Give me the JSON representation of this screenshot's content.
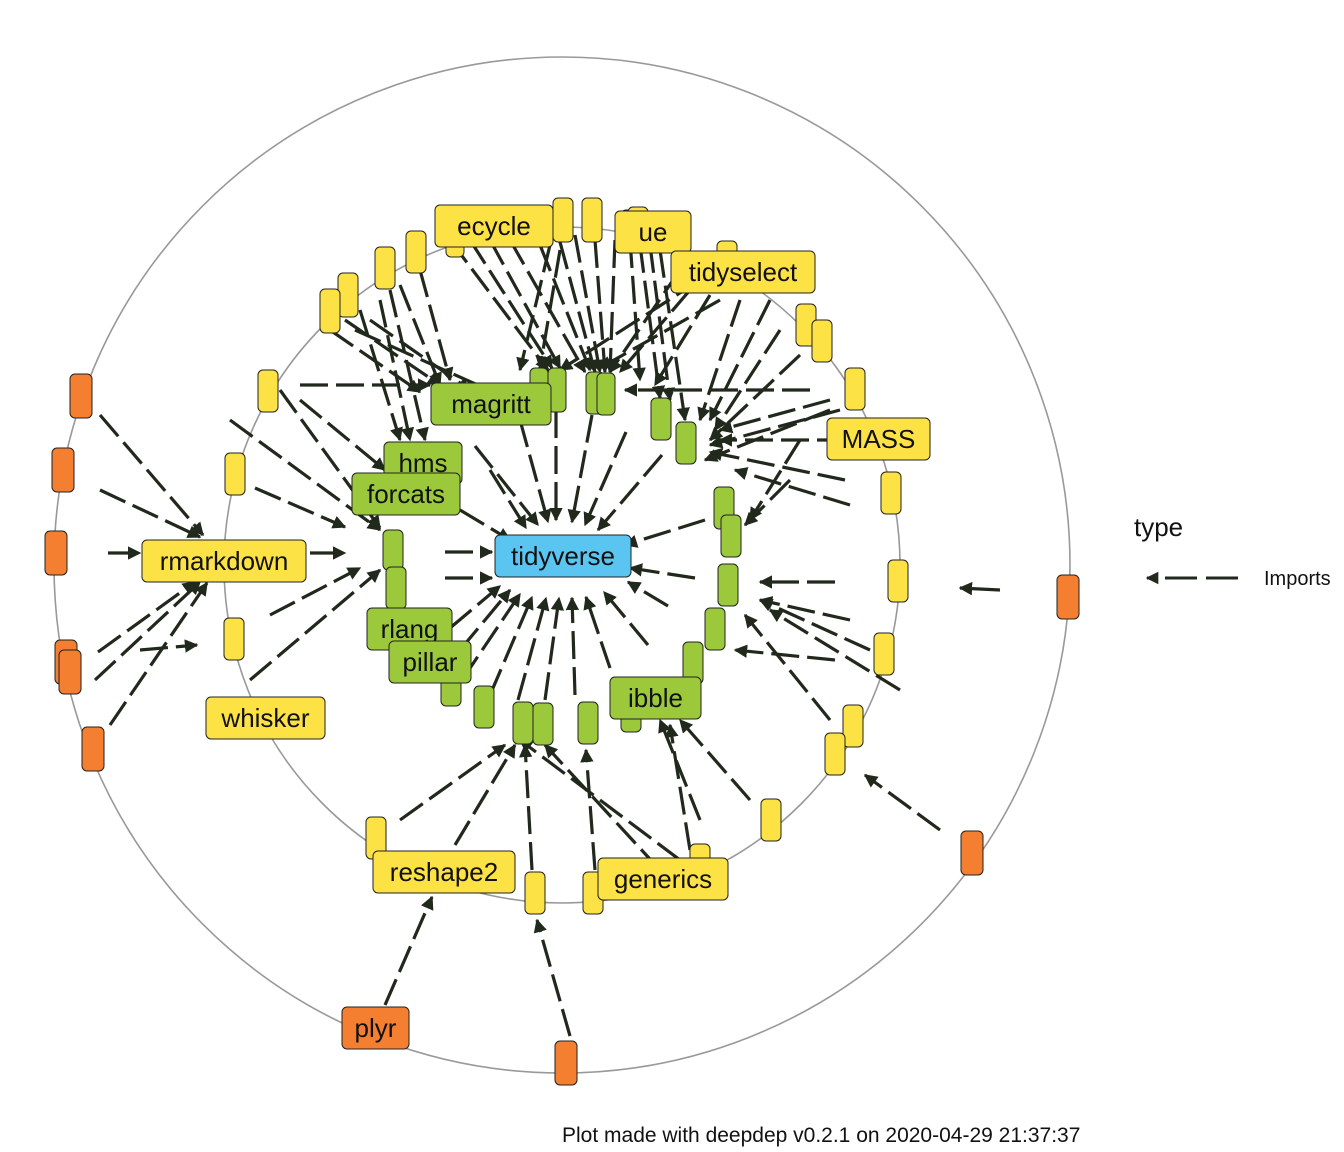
{
  "colors": {
    "root": "#5bc5f2",
    "level1": "#9cc93c",
    "level2": "#fde246",
    "level3": "#f47f31",
    "edge": "#20291c",
    "ring": "#999999"
  },
  "nodes": [
    {
      "id": "tidyverse",
      "label": "tidyverse",
      "level": 0
    },
    {
      "id": "magrittr",
      "label": "magritt",
      "level": 1
    },
    {
      "id": "hms",
      "label": "hms",
      "level": 1
    },
    {
      "id": "forcats",
      "label": "forcats",
      "level": 1
    },
    {
      "id": "rlang",
      "label": "rlang",
      "level": 1
    },
    {
      "id": "pillar",
      "label": "pillar",
      "level": 1
    },
    {
      "id": "tibble",
      "label": "ibble",
      "level": 1
    },
    {
      "id": "lifecycle",
      "label": "ecycle",
      "level": 2
    },
    {
      "id": "glue",
      "label": "ue",
      "level": 2
    },
    {
      "id": "tidyselect",
      "label": "tidyselect",
      "level": 2
    },
    {
      "id": "MASS",
      "label": "MASS",
      "level": 2
    },
    {
      "id": "rmarkdown",
      "label": "rmarkdown",
      "level": 2
    },
    {
      "id": "whisker",
      "label": "whisker",
      "level": 2
    },
    {
      "id": "reshape2",
      "label": "reshape2",
      "level": 2
    },
    {
      "id": "generics",
      "label": "generics",
      "level": 2
    },
    {
      "id": "plyr",
      "label": "plyr",
      "level": 3
    }
  ],
  "legend": {
    "title": "type",
    "entries": [
      {
        "label": "Imports"
      }
    ]
  },
  "caption": "Plot made with deepdep v0.2.1 on 2020-04-29 21:37:37"
}
